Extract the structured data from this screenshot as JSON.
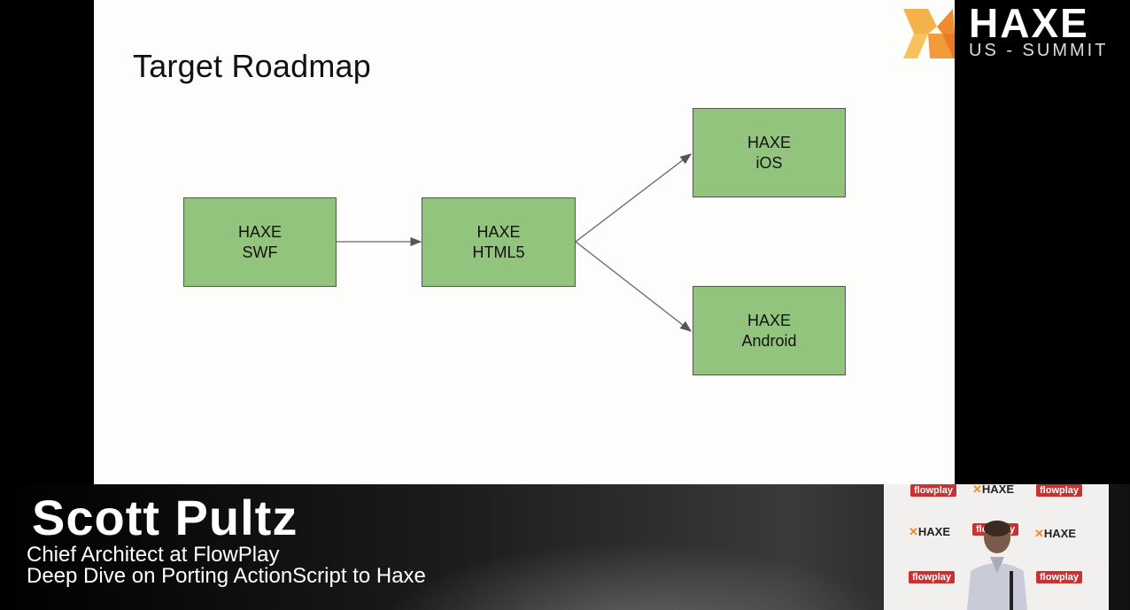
{
  "slide": {
    "title": "Target Roadmap",
    "nodes": [
      {
        "id": "swf",
        "line1": "HAXE",
        "line2": "SWF"
      },
      {
        "id": "html5",
        "line1": "HAXE",
        "line2": "HTML5"
      },
      {
        "id": "ios",
        "line1": "HAXE",
        "line2": "iOS"
      },
      {
        "id": "android",
        "line1": "HAXE",
        "line2": "Android"
      }
    ]
  },
  "branding": {
    "logo_text": "HAXE",
    "logo_sub": "US - SUMMIT"
  },
  "speaker": {
    "name": "Scott Pultz",
    "role": "Chief Architect at FlowPlay",
    "talk": "Deep Dive on Porting ActionScript to Haxe"
  },
  "backdrop": {
    "flowplay_label": "flowplay",
    "haxe_label": "HAXE"
  },
  "colors": {
    "node_fill": "#93c47d",
    "slide_bg": "#fdfdfb",
    "logo_orange": "#f08a2e"
  }
}
